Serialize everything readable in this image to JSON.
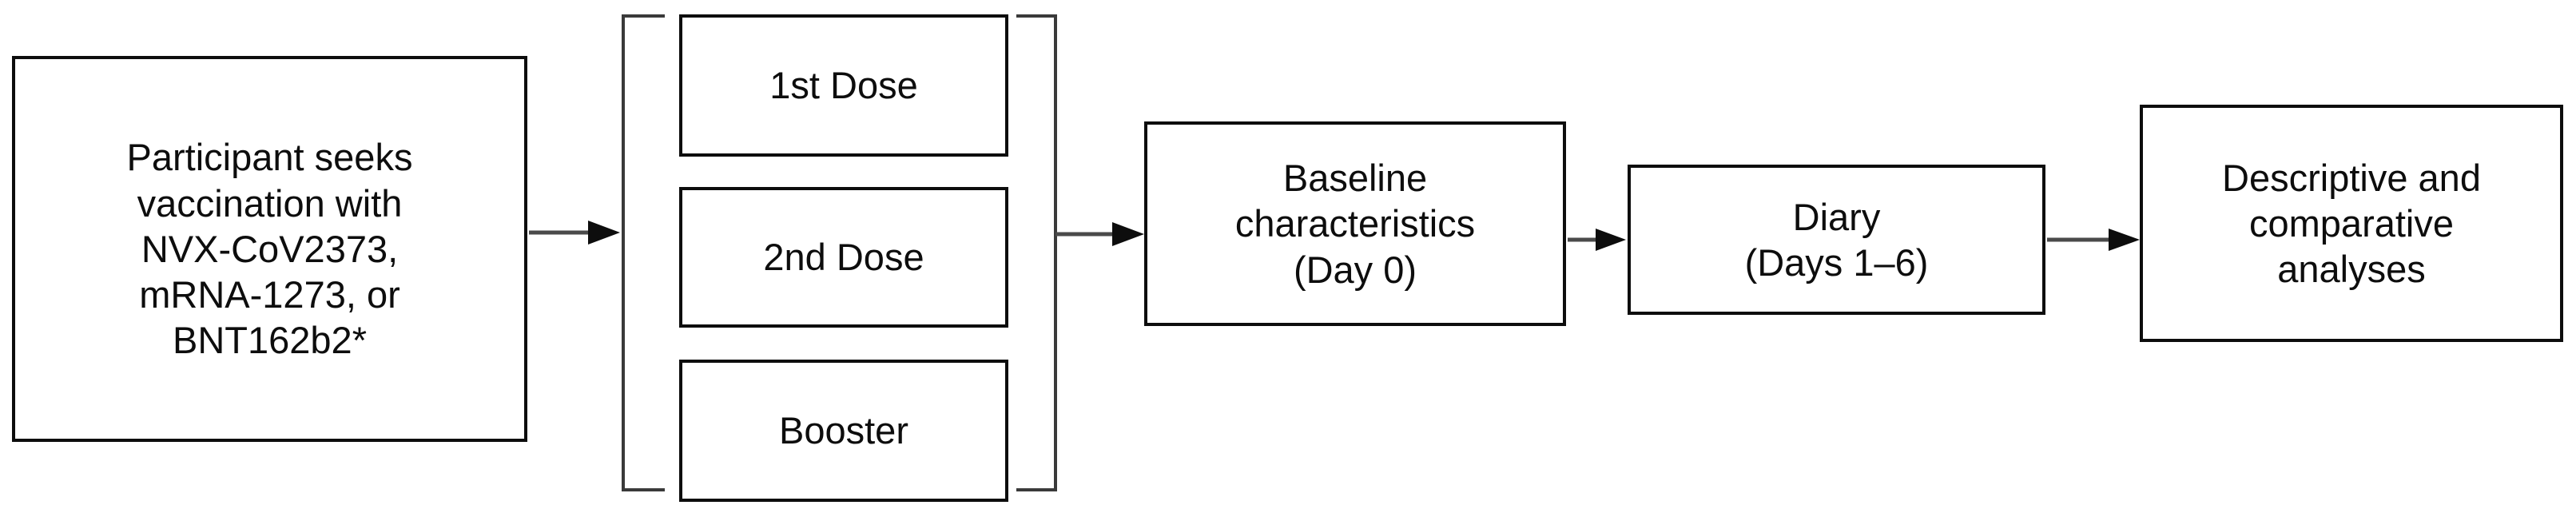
{
  "figure": {
    "type": "flowchart",
    "orientation": "left-to-right",
    "background_color": "#ffffff",
    "box_border_color": "#0d0d0d",
    "connector_color": "#4a4a4a",
    "bracket_color": "#3a3a3a"
  },
  "nodes": {
    "participant": {
      "label": "Participant seeks\nvaccination with\nNVX-CoV2373,\nmRNA-1273, or\nBNT162b2*",
      "shape": "rectangle"
    },
    "dose_1": {
      "label": "1st Dose",
      "shape": "rectangle"
    },
    "dose_2": {
      "label": "2nd Dose",
      "shape": "rectangle"
    },
    "booster": {
      "label": "Booster",
      "shape": "rectangle"
    },
    "baseline": {
      "label": "Baseline\ncharacteristics\n(Day 0)",
      "shape": "rectangle"
    },
    "diary": {
      "label": "Diary\n(Days 1–6)",
      "shape": "rectangle"
    },
    "analyses": {
      "label": "Descriptive and\ncomparative\nanalyses",
      "shape": "rectangle"
    }
  },
  "groups": {
    "dose_group": {
      "members": [
        "dose_1",
        "dose_2",
        "booster"
      ],
      "left_bracket": "[",
      "right_bracket": "]"
    }
  },
  "connectors": [
    {
      "name": "participant-to-dose-group",
      "from": "participant",
      "to": "dose_group",
      "arrow": "right"
    },
    {
      "name": "dose-group-to-baseline",
      "from": "dose_group",
      "to": "baseline",
      "arrow": "right"
    },
    {
      "name": "baseline-to-diary",
      "from": "baseline",
      "to": "diary",
      "arrow": "right"
    },
    {
      "name": "diary-to-analyses",
      "from": "diary",
      "to": "analyses",
      "arrow": "right"
    }
  ]
}
